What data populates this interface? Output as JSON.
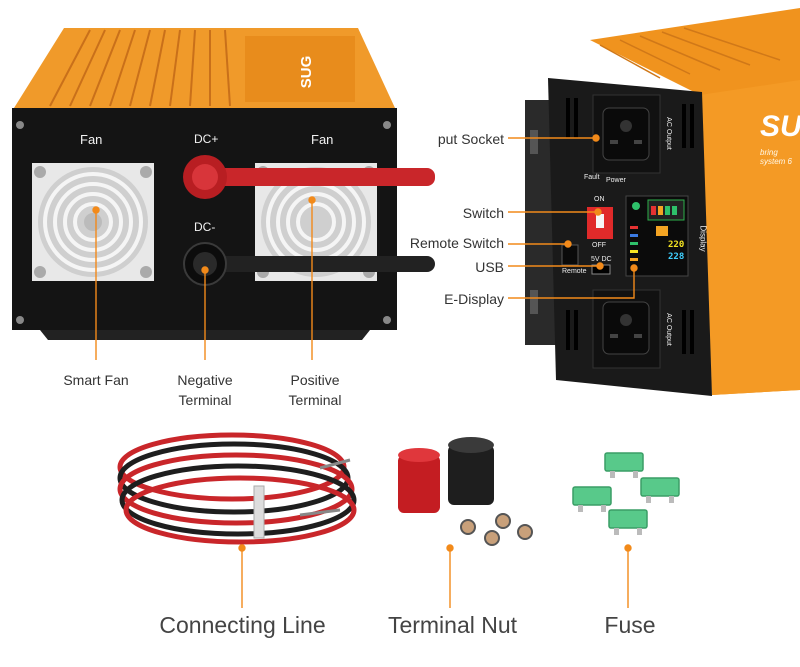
{
  "labels": {
    "fan_left": "Fan",
    "dc_plus": "DC+",
    "fan_right": "Fan",
    "dc_minus": "DC-",
    "smart_fan": "Smart Fan",
    "negative_terminal_l1": "Negative",
    "negative_terminal_l2": "Terminal",
    "positive_terminal_l1": "Positive",
    "positive_terminal_l2": "Terminal",
    "output_socket": "put Socket",
    "switch": "Switch",
    "remote_switch": "Remote Switch",
    "usb": "USB",
    "e_display": "E-Display",
    "connecting_line": "Connecting Line",
    "terminal_nut": "Terminal Nut",
    "fuse": "Fuse"
  },
  "panel_text": {
    "fault": "Fault",
    "power": "Power",
    "on": "ON",
    "off": "OFF",
    "usb_rating": "5V DC",
    "remote": "Remote",
    "ac_output_top": "AC Output",
    "ac_output_bottom": "AC Output",
    "display": "Display",
    "display_top_reading": "220",
    "display_bottom_reading": "228"
  },
  "brand": {
    "logo_front": "SUG",
    "logo_side": "SUG",
    "tagline": "bring system 6"
  },
  "colors": {
    "inverter_orange": "#f0931e",
    "panel_black": "#1c1c1c",
    "leader_line": "#f28a1a",
    "cable_red": "#c9262a",
    "cable_black": "#1e1e1e",
    "fuse_green": "#58c98a"
  }
}
